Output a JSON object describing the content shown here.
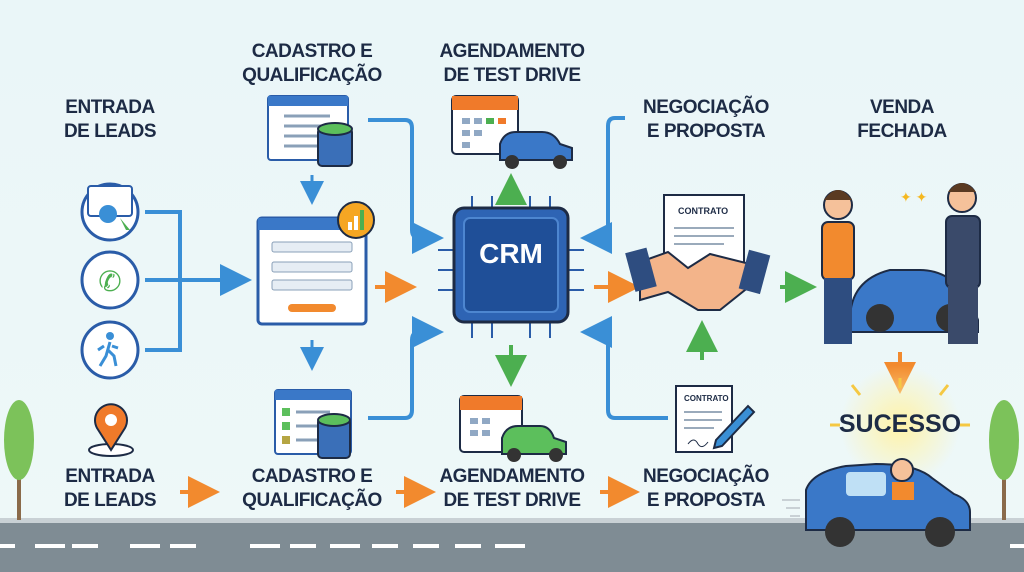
{
  "top_stages": [
    {
      "line1": "ENTRADA",
      "line2": "DE LEADS"
    },
    {
      "line1": "CADASTRO E",
      "line2": "QUALIFICAÇÃO"
    },
    {
      "line1": "AGENDAMENTO",
      "line2": "DE TEST DRIVE"
    },
    {
      "line1": "NEGOCIAÇÃO",
      "line2": "E PROPOSTA"
    },
    {
      "line1": "VENDA",
      "line2": "FECHADA"
    }
  ],
  "bottom_stages": [
    {
      "line1": "ENTRADA",
      "line2": "DE LEADS"
    },
    {
      "line1": "CADASTRO E",
      "line2": "QUALIFICAÇÃO"
    },
    {
      "line1": "AGENDAMENTO",
      "line2": "DE TEST DRIVE"
    },
    {
      "line1": "NEGOCIAÇÃO",
      "line2": "E PROPOSTA"
    }
  ],
  "hub": {
    "label": "CRM"
  },
  "contract_label": "CONTRATO",
  "success_label": "SUCESSO",
  "colors": {
    "blue": "#3a8fd6",
    "orange": "#f28a2e",
    "green": "#4caf50",
    "navy": "#1d2b45",
    "road": "#7f8c94"
  }
}
